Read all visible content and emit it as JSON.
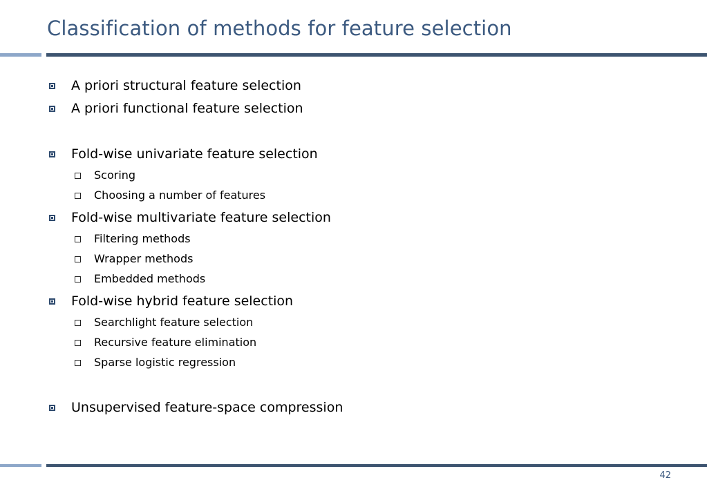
{
  "slide": {
    "title": "Classification of methods for feature selection",
    "page_number": "42",
    "items": [
      {
        "level": 1,
        "text": "A priori structural feature selection"
      },
      {
        "level": 1,
        "text": "A priori functional feature selection"
      },
      {
        "level": 1,
        "text": "Fold-wise univariate feature selection"
      },
      {
        "level": 2,
        "text": "Scoring"
      },
      {
        "level": 2,
        "text": "Choosing a number of features"
      },
      {
        "level": 1,
        "text": "Fold-wise multivariate feature selection"
      },
      {
        "level": 2,
        "text": "Filtering methods"
      },
      {
        "level": 2,
        "text": "Wrapper methods"
      },
      {
        "level": 2,
        "text": "Embedded methods"
      },
      {
        "level": 1,
        "text": "Fold-wise hybrid feature selection"
      },
      {
        "level": 2,
        "text": "Searchlight feature selection"
      },
      {
        "level": 2,
        "text": "Recursive feature elimination"
      },
      {
        "level": 2,
        "text": "Sparse logistic regression"
      },
      {
        "level": 1,
        "text": "Unsupervised feature-space compression"
      }
    ],
    "colors": {
      "title": "#3c5a80",
      "rule_dark": "#3d5470",
      "rule_light": "#8da7c9",
      "bullet": "#2e4a6e"
    }
  }
}
